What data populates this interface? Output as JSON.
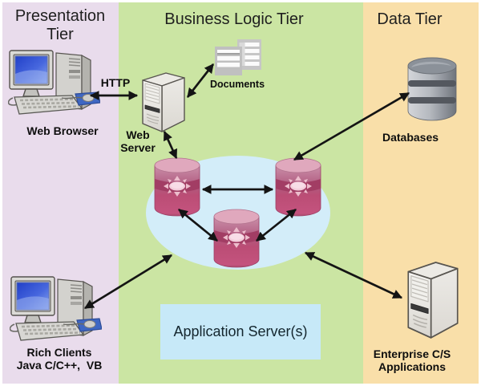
{
  "tiers": [
    {
      "label": "Presentation Tier"
    },
    {
      "label": "Business Logic Tier"
    },
    {
      "label": "Data Tier"
    }
  ],
  "nodes": {
    "web_browser": {
      "label": "Web Browser"
    },
    "web_server": {
      "label": "Web Server"
    },
    "documents": {
      "label": "Documents"
    },
    "databases": {
      "label": "Databases"
    },
    "rich_clients": {
      "label": "Rich Clients",
      "sublabel": "Java C/C++,  VB"
    },
    "enterprise_apps": {
      "label": "Enterprise C/S",
      "sublabel": "Applications"
    },
    "app_servers": {
      "label": "Application Server(s)"
    }
  },
  "labels": {
    "http": "HTTP"
  },
  "edges": [
    {
      "from": "web_browser",
      "to": "web_server",
      "label": "HTTP",
      "bidirectional": true
    },
    {
      "from": "web_server",
      "to": "documents",
      "bidirectional": true
    },
    {
      "from": "web_server",
      "to": "app_server_cluster",
      "bidirectional": true
    },
    {
      "from": "app_server_left",
      "to": "app_server_right",
      "bidirectional": true
    },
    {
      "from": "app_server_left",
      "to": "app_server_bottom",
      "bidirectional": true
    },
    {
      "from": "app_server_right",
      "to": "app_server_bottom",
      "bidirectional": true
    },
    {
      "from": "app_server_right",
      "to": "databases",
      "bidirectional": true
    },
    {
      "from": "rich_clients",
      "to": "app_server_cluster",
      "bidirectional": true
    },
    {
      "from": "app_server_cluster",
      "to": "enterprise_apps",
      "bidirectional": true
    }
  ],
  "colors": {
    "presentation_band": "#e9dcec",
    "business_band": "#cbe5a3",
    "data_band": "#f9dfa9",
    "cluster_ellipse": "#d3edf9",
    "app_server_box": "#c7e9f8",
    "app_cylinder_pink": "#b84a73",
    "database_gray": "#9ba0a8",
    "arrow": "#141414"
  }
}
